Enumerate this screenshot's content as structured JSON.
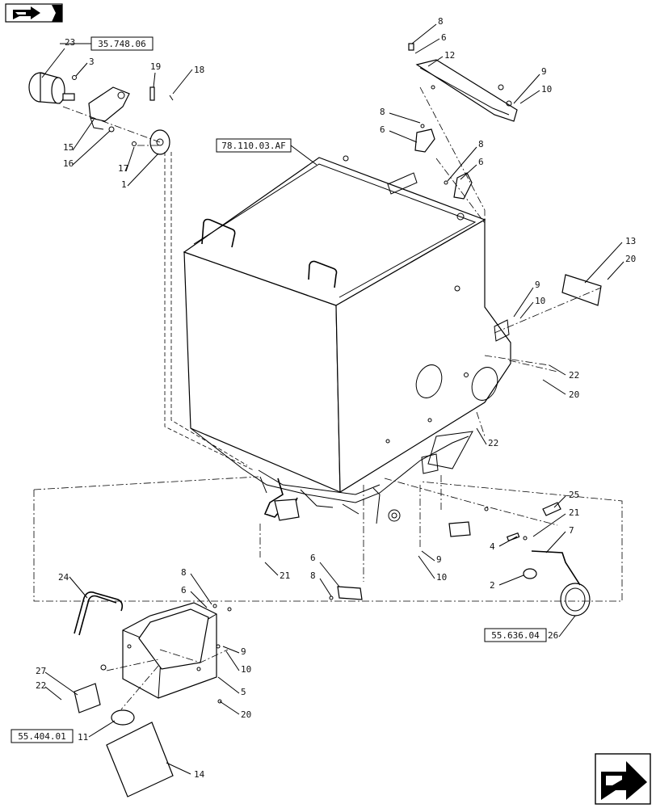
{
  "nav": {
    "prev_icon": "arrow-back-icon",
    "next_icon": "arrow-forward-icon"
  },
  "refs": [
    {
      "id": "ref-35-748-06",
      "text": "35.748.06"
    },
    {
      "id": "ref-78-110-03-af",
      "text": "78.110.03.AF"
    },
    {
      "id": "ref-55-636-04",
      "text": "55.636.04"
    },
    {
      "id": "ref-55-404-01",
      "text": "55.404.01"
    }
  ],
  "callouts": [
    "23",
    "3",
    "19",
    "18",
    "15",
    "16",
    "17",
    "1",
    "8",
    "6",
    "12",
    "9",
    "10",
    "8",
    "6",
    "8",
    "6",
    "13",
    "20",
    "9",
    "10",
    "22",
    "20",
    "22",
    "25",
    "21",
    "7",
    "4",
    "2",
    "6",
    "8",
    "21",
    "9",
    "10",
    "24",
    "8",
    "6",
    "9",
    "10",
    "27",
    "22",
    "5",
    "20",
    "11",
    "26",
    "14"
  ]
}
